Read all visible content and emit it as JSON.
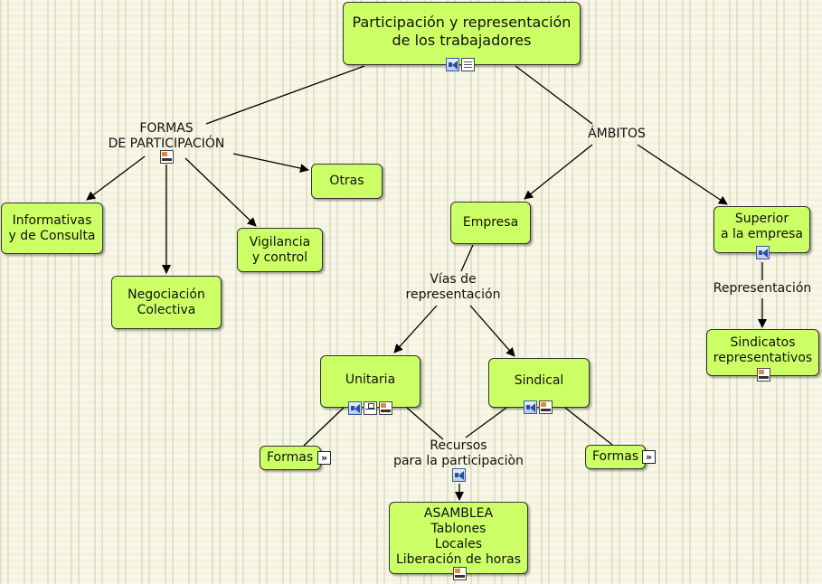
{
  "nodes": {
    "main": "Participación y representación\nde los trabajadores",
    "informativas": "Informativas\ny de Consulta",
    "negociacion": "Negociación\nColectiva",
    "vigilancia": "Vigilancia\ny control",
    "otras": "Otras",
    "empresa": "Empresa",
    "superior": "Superior\na la empresa",
    "sindicatos": "Sindicatos\nrepresentativos",
    "unitaria": "Unitaria",
    "sindical": "Sindical",
    "formas_left": "Formas",
    "formas_right": "Formas",
    "asamblea": "ASAMBLEA\nTablones\nLocales\nLiberación de horas"
  },
  "labels": {
    "formas_participacion": "FORMAS\nDE PARTICIPACIÓN",
    "ambitos": "ÁMBITOS",
    "vias": "Vías de\nrepresentación",
    "representacion": "Representación",
    "recursos": "Recursos\npara la participaciòn"
  },
  "icons": {
    "main": [
      "speaker-icon",
      "document-icon"
    ],
    "formas_participacion": [
      "html-icon"
    ],
    "superior": [
      "speaker-icon"
    ],
    "sindicatos": [
      "html-icon"
    ],
    "unitaria": [
      "speaker-icon",
      "network-icon",
      "html-icon"
    ],
    "sindical": [
      "speaker-icon",
      "html-icon"
    ],
    "recursos": [
      "speaker-icon"
    ],
    "asamblea": [
      "html-icon"
    ],
    "formas_link": [
      "double-arrow-icon"
    ]
  },
  "colors": {
    "node_fill": "#ccff66",
    "node_border": "#333333",
    "background": "#f4f3df"
  }
}
